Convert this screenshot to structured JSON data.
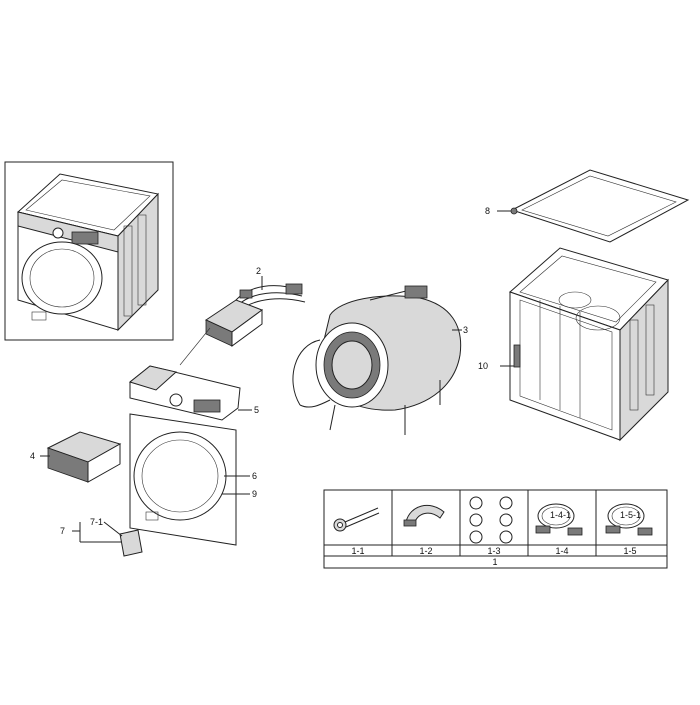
{
  "callouts": {
    "c2": "2",
    "c3": "3",
    "c4": "4",
    "c5": "5",
    "c6": "6",
    "c7": "7",
    "c7_1": "7-1",
    "c8": "8",
    "c9": "9",
    "c10": "10"
  },
  "accessory_table": {
    "captions": [
      "1-1",
      "1-2",
      "1-3",
      "1-4",
      "1-5"
    ],
    "inner_labels": [
      "1-4-1",
      "1-5-1"
    ],
    "total_label": "1"
  }
}
